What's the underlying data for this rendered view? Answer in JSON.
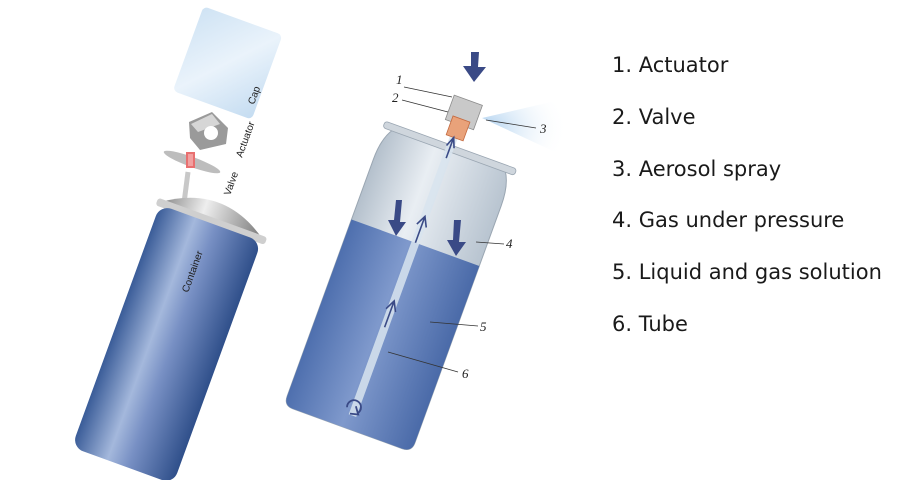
{
  "exploded_labels": {
    "cap": "Cap",
    "actuator": "Actuator",
    "valve": "Valve",
    "container": "Container"
  },
  "callout_numbers": [
    "1",
    "2",
    "3",
    "4",
    "5",
    "6"
  ],
  "legend": [
    "1. Actuator",
    "2. Valve",
    "3. Aerosol spray",
    "4. Gas under pressure",
    "5. Liquid and gas solution",
    "6. Tube"
  ],
  "colors": {
    "liquid": "#5577b4",
    "container_blue": "#4a6ba8",
    "arrow": "#3a4a86",
    "spray": "#cfe3f5"
  }
}
